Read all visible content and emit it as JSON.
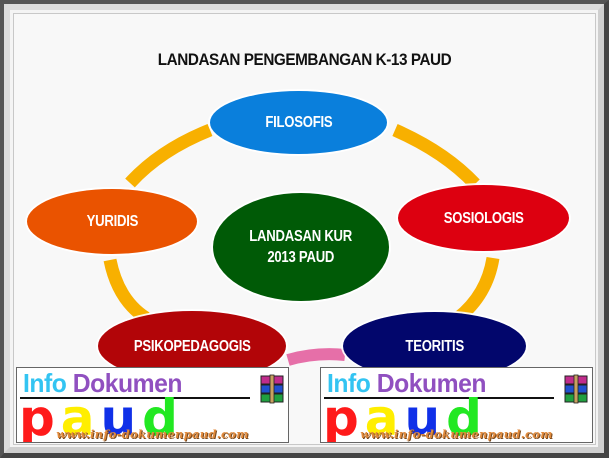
{
  "title": "LANDASAN PENGEMBANGAN K-13 PAUD",
  "center": {
    "line1": "LANDASAN KUR",
    "line2": "2013 PAUD",
    "color": "#005a06"
  },
  "nodes": [
    {
      "label": "FILOSOFIS",
      "color": "#0a7fdc"
    },
    {
      "label": "SOSIOLOGIS",
      "color": "#dd0010"
    },
    {
      "label": "TEORITIS",
      "color": "#02066c"
    },
    {
      "label": "PSIKOPEDAGOGIS",
      "color": "#b20508"
    },
    {
      "label": "YURIDIS",
      "color": "#ea5300"
    }
  ],
  "ring": {
    "color": "#f8b000",
    "accent_color": "#e66fa8"
  },
  "watermark": {
    "word1": "Info",
    "word2": "Dokumen",
    "letters": [
      "p",
      "a",
      "u",
      "d"
    ],
    "letter_colors": [
      "#ff1a1a",
      "#ffee00",
      "#1030e8",
      "#22e822"
    ],
    "url": "www.info-dokumenpaud.com",
    "icon": "winrar-archive-icon"
  }
}
